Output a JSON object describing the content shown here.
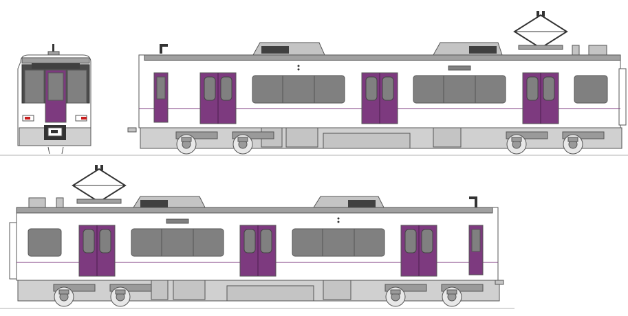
{
  "caption": "",
  "colors": {
    "body": "#ffffff",
    "outline": "#555555",
    "roof": "#a0a0a0",
    "roof_dark": "#7a7a7a",
    "vent": "#c4c4c4",
    "window": "#808080",
    "window_dark": "#404040",
    "door": "#7d3a7f",
    "stripe": "#7d3a7f",
    "underfloor": "#d0d0d0",
    "bogie": "#9a9a9a",
    "wheel": "#e8e8e8",
    "ground": "#b0b0b0",
    "front_mask": "#4a4a4a",
    "headlight": "#c81e1e",
    "pantograph": "#333333"
  },
  "illustration": {
    "subject": "side-and-front-view-train-car-drawings",
    "cars": [
      {
        "id": "car-1",
        "view": "front",
        "pantograph": false
      },
      {
        "id": "car-2",
        "view": "side",
        "pantograph": true,
        "doors": 3
      },
      {
        "id": "car-3",
        "view": "side",
        "pantograph": true,
        "doors": 3
      }
    ]
  }
}
